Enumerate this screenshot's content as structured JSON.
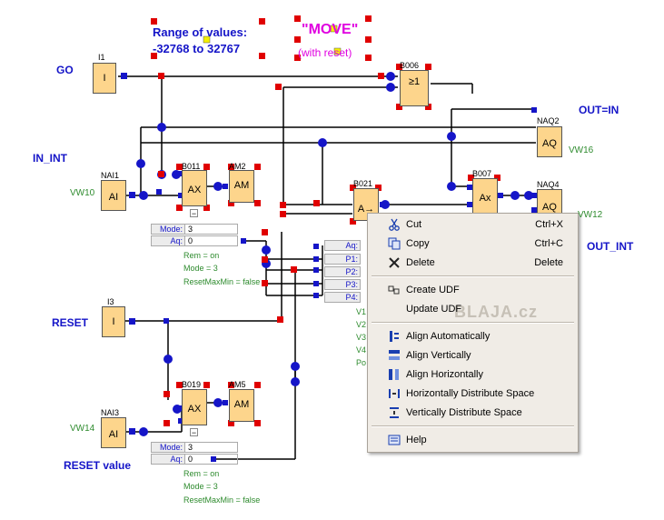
{
  "annotations": {
    "range_line1": "Range of values:",
    "range_line2": "-32768 to 32767",
    "move_line1": "\"MOVE\"",
    "move_line2": "(with reset)"
  },
  "signal_labels": {
    "go": "GO",
    "in_int": "IN_INT",
    "out_eq_in": "OUT=IN",
    "out_int": "OUT_INT",
    "reset": "RESET",
    "reset_value": "RESET value"
  },
  "block_headers": {
    "i1": "I1",
    "b006": "B006",
    "naq2": "NAQ2",
    "nai1": "NAI1",
    "b011": "B011",
    "am2": "AM2",
    "b021": "B021",
    "b007": "B007",
    "naq4": "NAQ4",
    "i3": "I3",
    "nai3": "NAI3",
    "b019": "B019",
    "am5": "AM5"
  },
  "block_symbols": {
    "i1": "I",
    "b006": "≥1",
    "naq2": "AQ",
    "nai1": "AI",
    "b011": "AX",
    "am2": "AM",
    "b021": "A→",
    "b007": "Ax",
    "naq4": "AQ",
    "i3": "I",
    "nai3": "AI",
    "b019": "AX",
    "am5": "AM"
  },
  "green_labels": {
    "vw16": "VW16",
    "vw10": "VW10",
    "vw12": "VW12",
    "vw14": "VW14"
  },
  "b011_params": {
    "mode_key": "Mode:",
    "mode_val": "3",
    "aq_key": "Aq:",
    "aq_val": "0",
    "notes": [
      "Rem = on",
      "Mode = 3",
      "ResetMaxMin = false"
    ]
  },
  "b019_params": {
    "mode_key": "Mode:",
    "mode_val": "3",
    "aq_key": "Aq:",
    "aq_val": "0",
    "notes": [
      "Rem = on",
      "Mode = 3",
      "ResetMaxMin = false"
    ]
  },
  "b021_params": {
    "keys": [
      "Aq:",
      "P1:",
      "P2:",
      "P3:",
      "P4:"
    ],
    "values_partial": [
      "V1",
      "V2",
      "V3",
      "V4",
      "Po"
    ]
  },
  "watermark": "BLAJA.cz",
  "context_menu": {
    "items": [
      {
        "label": "Cut",
        "shortcut": "Ctrl+X",
        "icon": "scissors-icon"
      },
      {
        "label": "Copy",
        "shortcut": "Ctrl+C",
        "icon": "copy-icon"
      },
      {
        "label": "Delete",
        "shortcut": "Delete",
        "icon": "delete-x-icon"
      },
      {
        "label": "Create UDF",
        "shortcut": "",
        "icon": "create-udf-icon"
      },
      {
        "label": "Update UDF",
        "shortcut": "",
        "icon": ""
      },
      {
        "label": "Align Automatically",
        "shortcut": "",
        "icon": "align-auto-icon"
      },
      {
        "label": "Align Vertically",
        "shortcut": "",
        "icon": "align-vertical-icon"
      },
      {
        "label": "Align Horizontally",
        "shortcut": "",
        "icon": "align-horizontal-icon"
      },
      {
        "label": "Horizontally Distribute Space",
        "shortcut": "",
        "icon": "h-distribute-icon"
      },
      {
        "label": "Vertically Distribute Space",
        "shortcut": "",
        "icon": "v-distribute-icon"
      },
      {
        "label": "Help",
        "shortcut": "",
        "icon": "help-icon"
      }
    ]
  },
  "colors": {
    "wire": "#000000",
    "pin": "#1515c8",
    "handle": "#e00000",
    "block_fill": "#fdd58c",
    "label_blue": "#1515c8",
    "label_green": "#2e8b2e",
    "label_magenta": "#e000e0"
  }
}
